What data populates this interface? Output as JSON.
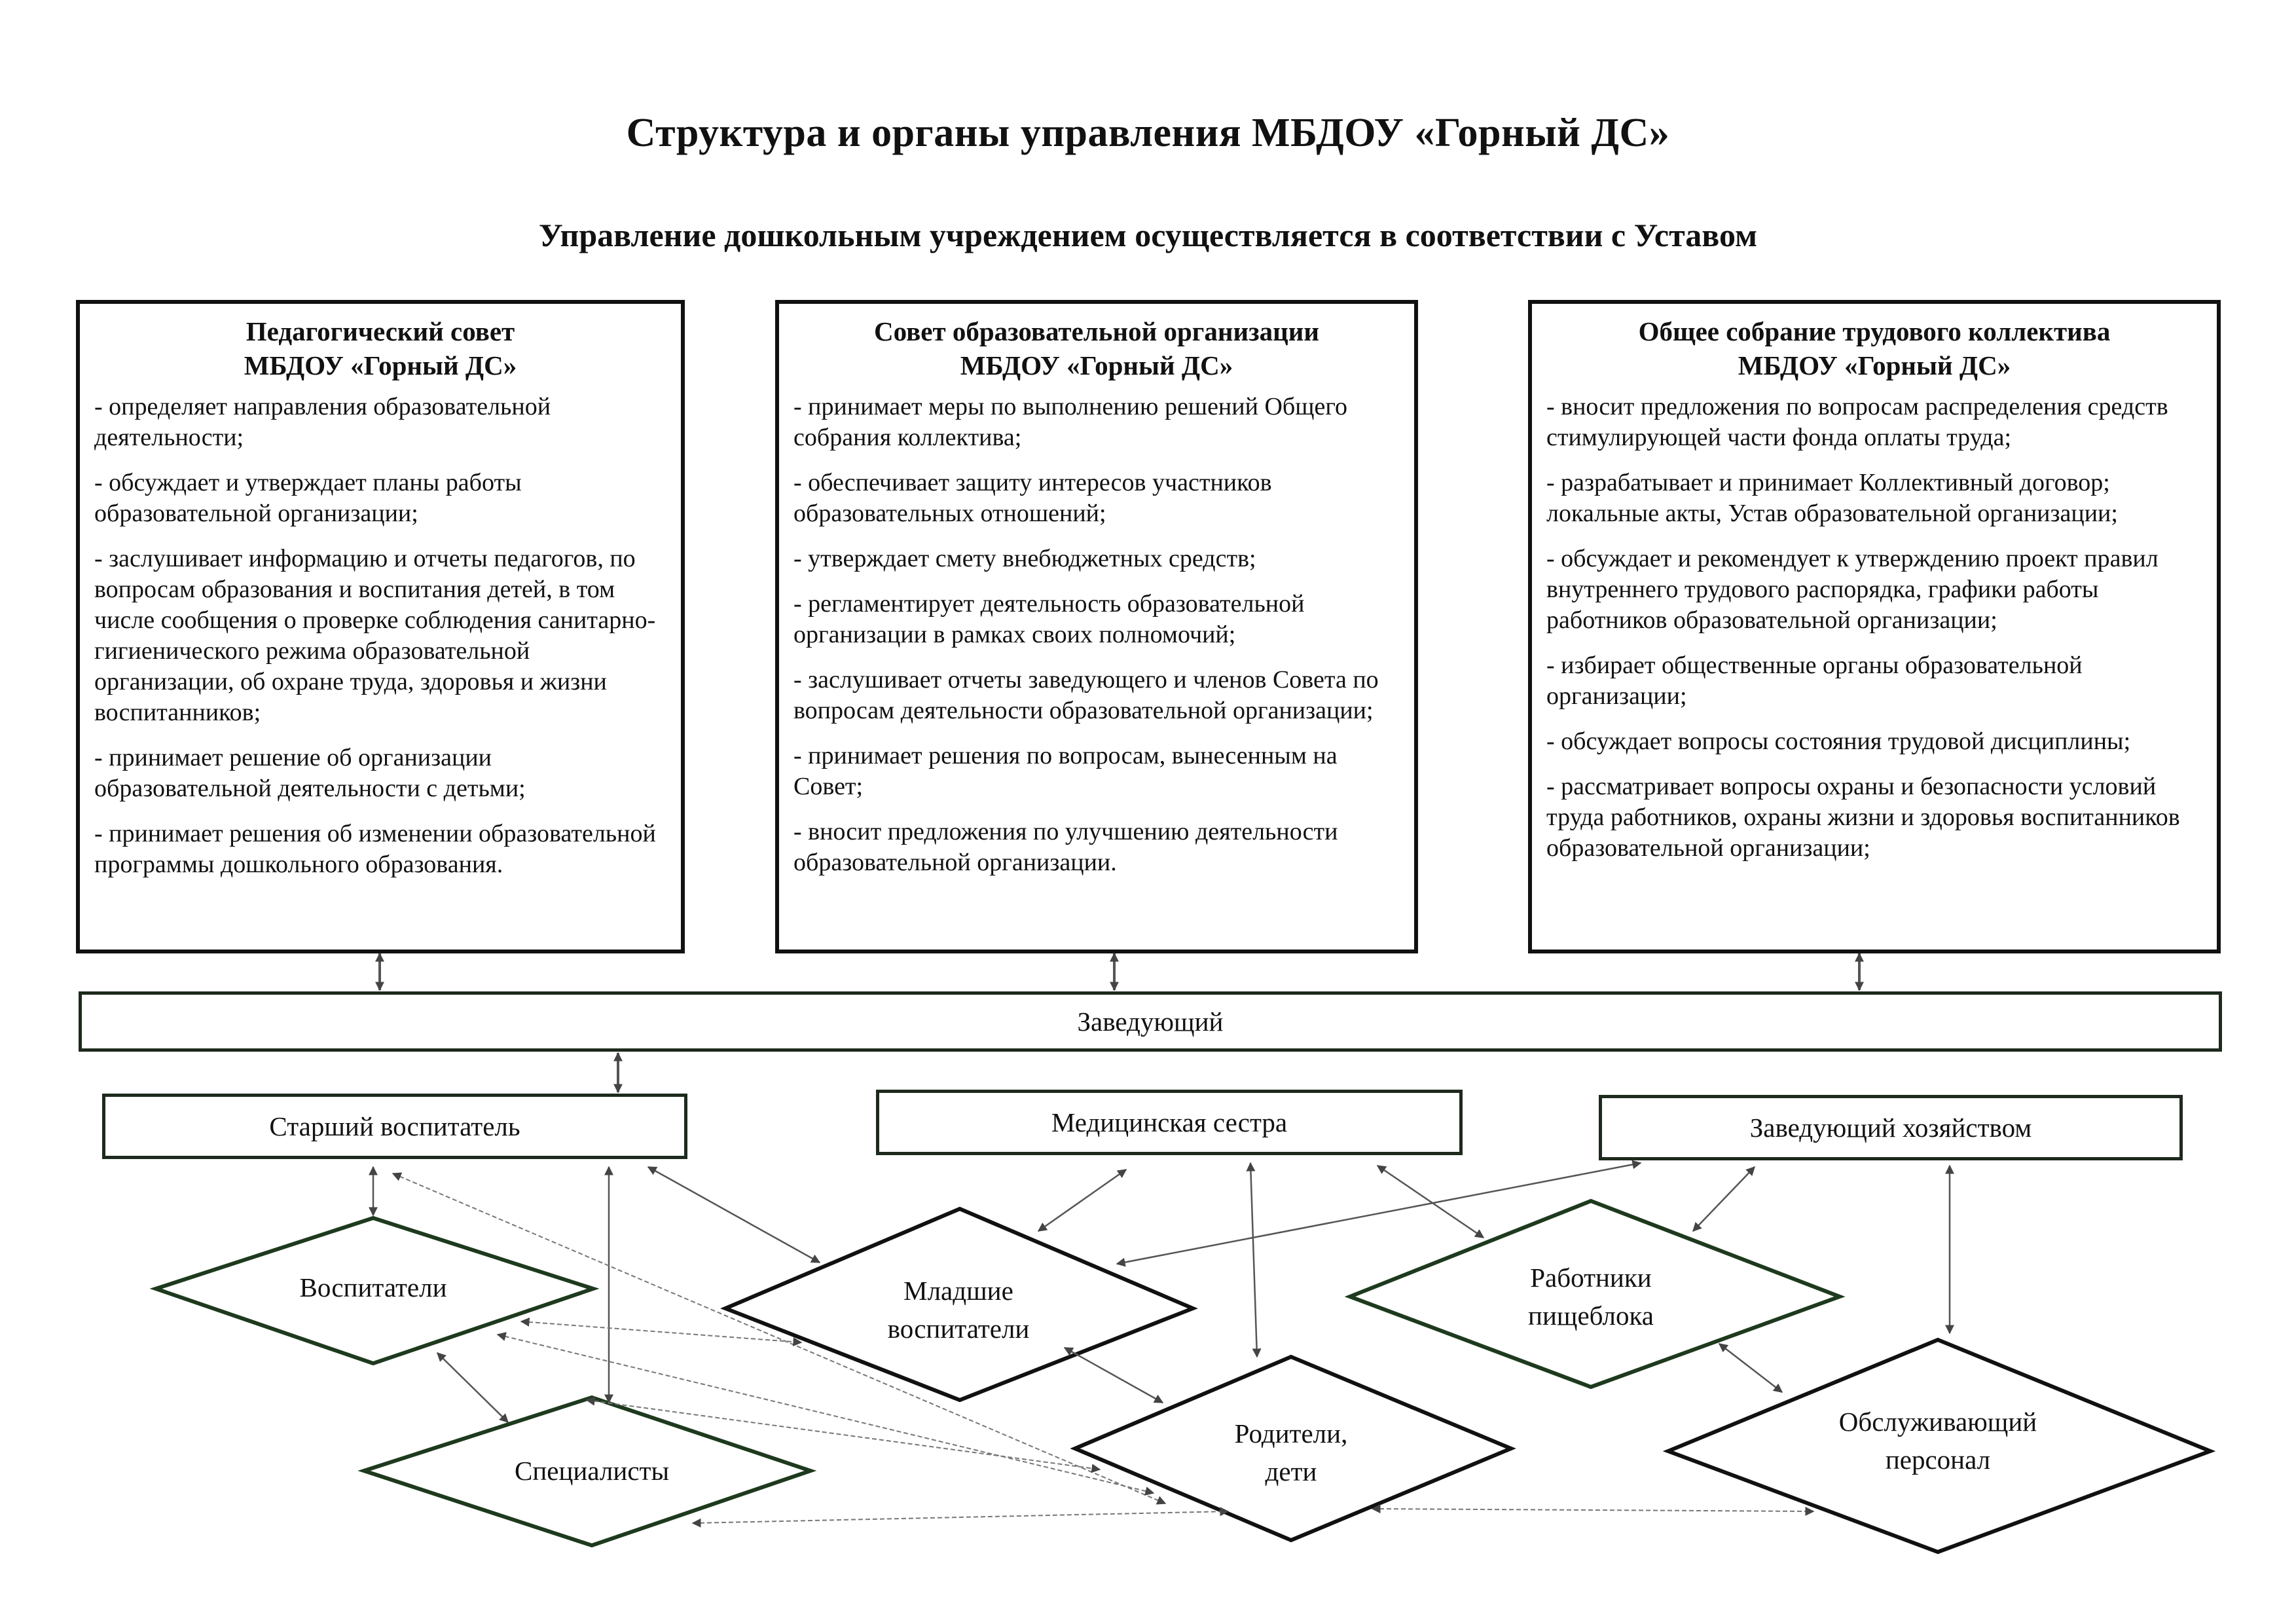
{
  "title": "Структура и органы управления МБДОУ «Горный ДС»",
  "subtitle": "Управление дошкольным учреждением осуществляется в соответствии с Уставом",
  "councils": [
    {
      "title_line1": "Педагогический совет",
      "title_line2": "МБДОУ «Горный ДС»",
      "items": [
        "- определяет направления образовательной деятельности;",
        "- обсуждает и утверждает планы работы образовательной организации;",
        "- заслушивает информацию и отчеты педагогов, по вопросам образования и воспитания детей, в том числе сообщения о проверке соблюдения санитарно-гигиенического режима образовательной организации, об охране труда, здоровья и жизни воспитанников;",
        "- принимает решение об организации образовательной деятельности с детьми;",
        "- принимает решения об изменении образовательной программы дошкольного образования."
      ]
    },
    {
      "title_line1": "Совет образовательной организации",
      "title_line2": "МБДОУ «Горный ДС»",
      "items": [
        "- принимает меры по выполнению решений Общего собрания коллектива;",
        "- обеспечивает защиту интересов участников образовательных отношений;",
        "- утверждает смету внебюджетных средств;",
        "- регламентирует деятельность образовательной организации в рамках своих полномочий;",
        "- заслушивает отчеты заведующего и членов Совета по вопросам деятельности образовательной организации;",
        "- принимает решения по вопросам, вынесенным на Совет;",
        "- вносит предложения по улучшению деятельности образовательной организации."
      ]
    },
    {
      "title_line1": "Общее собрание трудового коллектива",
      "title_line2": "МБДОУ «Горный ДС»",
      "items": [
        "- вносит предложения по вопросам распределения средств стимулирующей части фонда оплаты труда;",
        "- разрабатывает и принимает Коллективный договор; локальные акты, Устав образовательной организации;",
        "- обсуждает и рекомендует к утверждению проект правил внутреннего трудового распорядка, графики работы работников образовательной организации;",
        "- избирает общественные органы образовательной организации;",
        "- обсуждает вопросы состояния трудовой дисциплины;",
        "- рассматривает вопросы охраны и безопасности условий труда работников, охраны жизни и здоровья воспитанников образовательной организации;"
      ]
    }
  ],
  "head": "Заведующий",
  "positions": {
    "senior_educator": "Старший воспитатель",
    "nurse": "Медицинская сестра",
    "supply_manager": "Заведующий хозяйством"
  },
  "groups": {
    "educators": "Воспитатели",
    "junior_educators": "Младшие\nвоспитатели",
    "kitchen_staff": "Работники\nпищеблока",
    "specialists": "Специалисты",
    "parents_children": "Родители,\nдети",
    "service_staff": "Обслуживающий\nперсонал"
  }
}
